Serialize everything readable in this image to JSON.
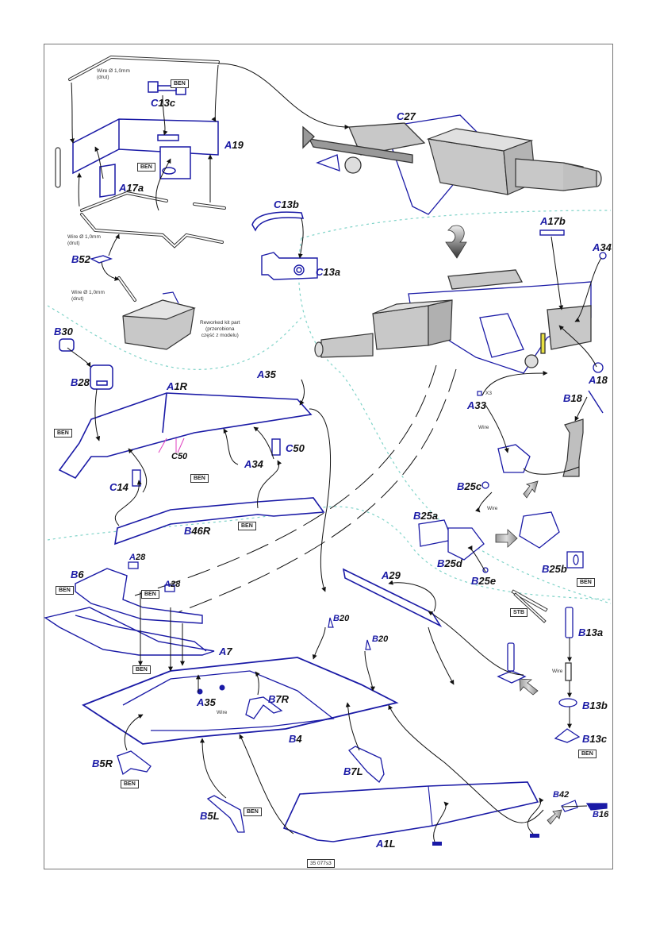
{
  "document": {
    "type": "instruction sheet",
    "page_code": "35 077s3",
    "colors": {
      "part_line": "#1a1aa6",
      "zone_divider": "#7fd3c8",
      "shaded_part": "#c8c8c8",
      "highlight": "#e8e040",
      "label_prefix": "#1a1aa6",
      "label_text": "#111111",
      "callout_pink": "#e040c0"
    }
  },
  "labels": {
    "C13c": {
      "prefix": "C",
      "num": "13c"
    },
    "A19": {
      "prefix": "A",
      "num": "19"
    },
    "A17a": {
      "prefix": "A",
      "num": "17a"
    },
    "C27": {
      "prefix": "C",
      "num": "27"
    },
    "C13b": {
      "prefix": "C",
      "num": "13b"
    },
    "C13a": {
      "prefix": "C",
      "num": "13a"
    },
    "B52": {
      "prefix": "B",
      "num": "52"
    },
    "A17b": {
      "prefix": "A",
      "num": "17b"
    },
    "A34_top": {
      "prefix": "A",
      "num": "34"
    },
    "A18": {
      "prefix": "A",
      "num": "18"
    },
    "B30": {
      "prefix": "B",
      "num": "30"
    },
    "B28": {
      "prefix": "B",
      "num": "28"
    },
    "A1R": {
      "prefix": "A",
      "num": "1R"
    },
    "A35_top": {
      "prefix": "A",
      "num": "35"
    },
    "C50": {
      "prefix": "C",
      "num": "50"
    },
    "C50_callout": "C50",
    "A34": {
      "prefix": "A",
      "num": "34"
    },
    "C14": {
      "prefix": "C",
      "num": "14"
    },
    "B46R": {
      "prefix": "B",
      "num": "46R"
    },
    "A33": {
      "prefix": "A",
      "num": "33"
    },
    "B18": {
      "prefix": "B",
      "num": "18"
    },
    "B25c": {
      "prefix": "B",
      "num": "25c"
    },
    "B25a": {
      "prefix": "B",
      "num": "25a"
    },
    "B25d": {
      "prefix": "B",
      "num": "25d"
    },
    "B25e": {
      "prefix": "B",
      "num": "25e"
    },
    "B25b": {
      "prefix": "B",
      "num": "25b"
    },
    "B6": {
      "prefix": "B",
      "num": "6"
    },
    "A28_1": {
      "prefix": "A",
      "num": "28"
    },
    "A28_2": {
      "prefix": "A",
      "num": "28"
    },
    "A7": {
      "prefix": "A",
      "num": "7"
    },
    "A29": {
      "prefix": "A",
      "num": "29"
    },
    "B20_1": {
      "prefix": "B",
      "num": "20"
    },
    "B20_2": {
      "prefix": "B",
      "num": "20"
    },
    "A35": {
      "prefix": "A",
      "num": "35"
    },
    "B7R": {
      "prefix": "B",
      "num": "7R"
    },
    "B4": {
      "prefix": "B",
      "num": "4"
    },
    "B13a": {
      "prefix": "B",
      "num": "13a"
    },
    "B13b": {
      "prefix": "B",
      "num": "13b"
    },
    "B13c": {
      "prefix": "B",
      "num": "13c"
    },
    "B5R": {
      "prefix": "B",
      "num": "5R"
    },
    "B7L": {
      "prefix": "B",
      "num": "7L"
    },
    "B5L": {
      "prefix": "B",
      "num": "5L"
    },
    "A1L": {
      "prefix": "A",
      "num": "1L"
    },
    "B42": {
      "prefix": "B",
      "num": "42"
    },
    "B16": {
      "prefix": "B",
      "num": "16"
    }
  },
  "tags": {
    "ben": "BEN",
    "stb": "STB"
  },
  "notes": {
    "wire_1": {
      "line1": "Wire Ø 1,0mm",
      "line2": "(drut)"
    },
    "wire_2": {
      "line1": "Wire Ø 1,0mm",
      "line2": "(drut)"
    },
    "wire_3": {
      "line1": "Wire Ø 1,0mm",
      "line2": "(drut)"
    },
    "reworked": {
      "line1": "Reworked kit part",
      "line2": "(przerobiona",
      "line3": "część z modelu)"
    },
    "x3": "X3",
    "wire": "Wire"
  }
}
